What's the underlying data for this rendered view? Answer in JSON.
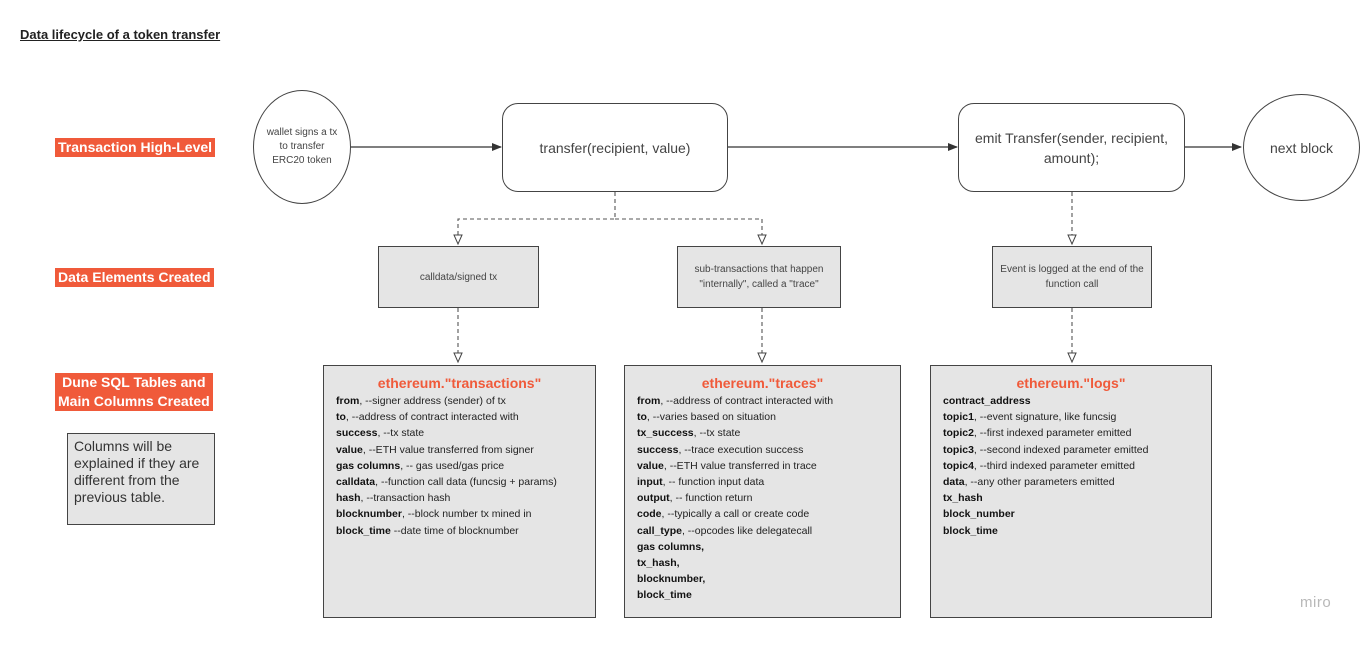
{
  "title": "Data lifecycle of a token transfer",
  "lanes": {
    "high_level": "Transaction High-Level",
    "data_elements": "Data Elements Created",
    "tables_line1": "Dune SQL Tables and",
    "tables_line2": "Main Columns Created"
  },
  "note": "Columns will be explained if they are different from the previous table.",
  "flow": {
    "wallet": "wallet signs a tx to transfer ERC20 token",
    "transfer": "transfer(recipient, value)",
    "emit": "emit Transfer(sender, recipient, amount);",
    "next_block": "next block"
  },
  "elements": {
    "calldata": "calldata/signed tx",
    "trace": "sub-transactions that happen \"internally\", called a \"trace\"",
    "event": "Event is logged at the end of the function call"
  },
  "tables": [
    {
      "title": "ethereum.\"transactions\"",
      "rows": [
        {
          "col": "from",
          "desc": ", --signer address (sender) of tx"
        },
        {
          "col": "to",
          "desc": ", --address of contract interacted with"
        },
        {
          "col": "success",
          "desc": ", --tx state"
        },
        {
          "col": "value",
          "desc": ", --ETH value transferred from signer"
        },
        {
          "col": "gas columns",
          "desc": ", -- gas used/gas price"
        },
        {
          "col": "calldata",
          "desc": ", --function call data (funcsig + params)"
        },
        {
          "col": "hash",
          "desc": ", --transaction hash"
        },
        {
          "col": "blocknumber",
          "desc": ", --block number tx mined in"
        },
        {
          "col": "block_time",
          "desc": " --date time of blocknumber"
        }
      ]
    },
    {
      "title": "ethereum.\"traces\"",
      "rows": [
        {
          "col": "from",
          "desc": ", --address of contract interacted with"
        },
        {
          "col": "to",
          "desc": ", --varies based on situation"
        },
        {
          "col": "tx_success",
          "desc": ", --tx state"
        },
        {
          "col": "success",
          "desc": ", --trace execution success"
        },
        {
          "col": "value",
          "desc": ", --ETH value transferred in trace"
        },
        {
          "col": "input",
          "desc": ", -- function input data"
        },
        {
          "col": "output",
          "desc": ", -- function return"
        },
        {
          "col": "code",
          "desc": ", --typically a call or create code"
        },
        {
          "col": "call_type",
          "desc": ", --opcodes like delegatecall"
        },
        {
          "col": "gas columns,",
          "desc": ""
        },
        {
          "col": "tx_hash,",
          "desc": ""
        },
        {
          "col": "blocknumber,",
          "desc": ""
        },
        {
          "col": "block_time",
          "desc": ""
        }
      ]
    },
    {
      "title": "ethereum.\"logs\"",
      "rows": [
        {
          "col": "contract_address",
          "desc": ""
        },
        {
          "col": "topic1",
          "desc": ", --event signature, like funcsig"
        },
        {
          "col": "topic2",
          "desc": ", --first indexed parameter emitted"
        },
        {
          "col": "topic3",
          "desc": ", --second indexed parameter emitted"
        },
        {
          "col": "topic4",
          "desc": ", --third indexed parameter emitted"
        },
        {
          "col": "data",
          "desc": ", --any other parameters emitted"
        },
        {
          "col": "tx_hash",
          "desc": ""
        },
        {
          "col": "block_number",
          "desc": ""
        },
        {
          "col": "block_time",
          "desc": ""
        }
      ]
    }
  ],
  "watermark": "miro"
}
